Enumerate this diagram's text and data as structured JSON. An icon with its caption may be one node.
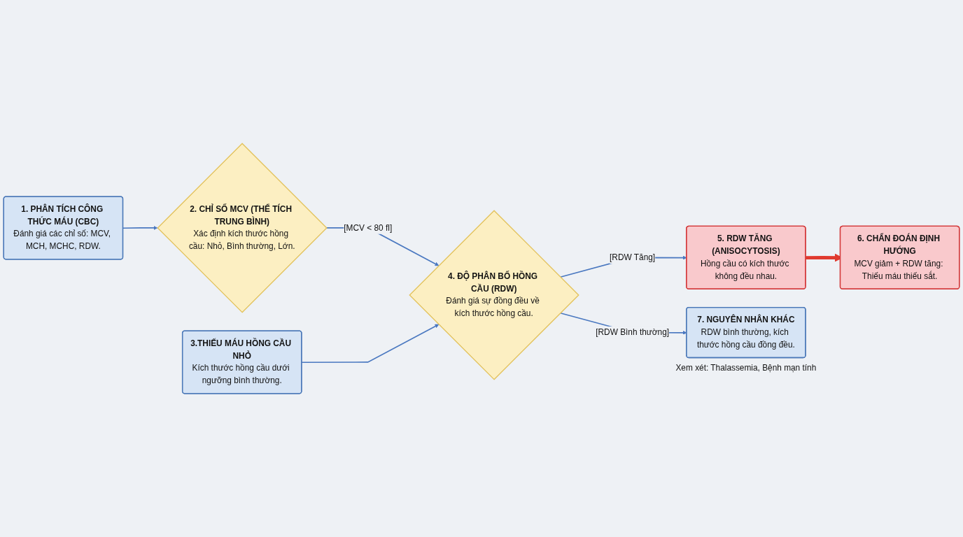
{
  "diagram": {
    "nodes": [
      {
        "text": [
          "1. PHÂN TÍCH CÔNG THỨC MÁU (CBC)",
          "Đánh giá các chỉ số: MCV, MCH, MCHC, RDW."
        ]
      },
      {
        "text": [
          "2. CHỈ SỐ MCV (THỂ TÍCH TRUNG BÌNH)",
          "Xác định kích thước hồng cầu: Nhỏ, Bình thường, Lớn."
        ]
      },
      {
        "text": [
          "3.THIẾU MÁU HỒNG CẦU NHỎ",
          "Kích thước hồng cầu dưới ngưỡng bình thường."
        ]
      },
      {
        "text": [
          "4. ĐỘ PHÂN BỐ HỒNG CẦU (RDW)",
          "Đánh giá sự đồng đều về kích thước hồng cầu."
        ]
      },
      {
        "text": [
          "5. RDW TĂNG (ANISOCYTOSIS)",
          "Hồng cầu có kích thước không đều nhau."
        ]
      },
      {
        "text": [
          "7. NGUYÊN NHÂN KHÁC",
          "RDW bình thường, kích thước hồng cầu đồng đều."
        ],
        "beside": [
          "Xem xét: Thalassemia, Bệnh mạn tính"
        ]
      },
      {
        "text": [
          "6. CHẨN ĐOÁN ĐỊNH HƯỚNG",
          "MCV giảm + RDW tăng: Thiếu máu thiếu sắt."
        ]
      }
    ],
    "edges": [
      {
        "from": 0,
        "to": 1,
        "arrow": "to"
      },
      {
        "from": 1,
        "to": 3,
        "arrow": "to",
        "label": "[MCV < 80 fl]"
      },
      {
        "from": 2,
        "to": 3,
        "arrow": "to"
      },
      {
        "from": 3,
        "to": 4,
        "arrow": "to",
        "label": "[RDW Tăng]"
      },
      {
        "from": 3,
        "to": 5,
        "arrow": "to",
        "label": "[RDW Bình thường]"
      },
      {
        "from": 4,
        "to": 6,
        "arrow": "to",
        "style": "thick",
        "color": "#e03a2f"
      }
    ]
  }
}
